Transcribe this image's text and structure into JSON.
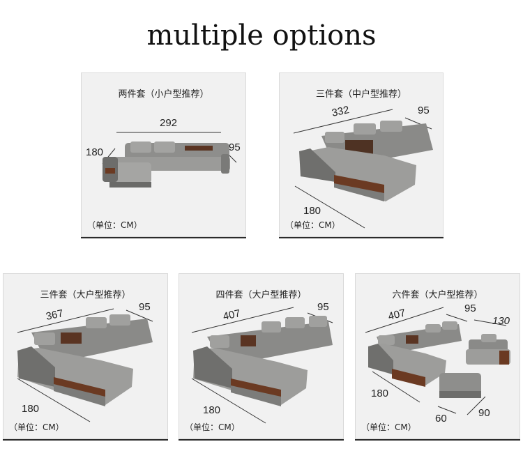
{
  "title": "multiple options",
  "unit_label": "（单位：CM）",
  "cards": [
    {
      "label": "两件套（小户型推荐）",
      "dims": [
        "292",
        "180",
        "95"
      ]
    },
    {
      "label": "三件套（中户型推荐）",
      "dims": [
        "332",
        "95",
        "180"
      ]
    },
    {
      "label": "三件套（大户型推荐）",
      "dims": [
        "367",
        "95",
        "180"
      ]
    },
    {
      "label": "四件套（大户型推荐）",
      "dims": [
        "407",
        "95",
        "180"
      ]
    },
    {
      "label": "六件套（大户型推荐）",
      "dims": [
        "407",
        "95",
        "130",
        "180",
        "60",
        "90"
      ]
    }
  ],
  "colors": {
    "sofa": "#8e8e8c",
    "sofa_dark": "#6d6d6b",
    "wood": "#6b3a22",
    "background": "#f1f1f1"
  }
}
